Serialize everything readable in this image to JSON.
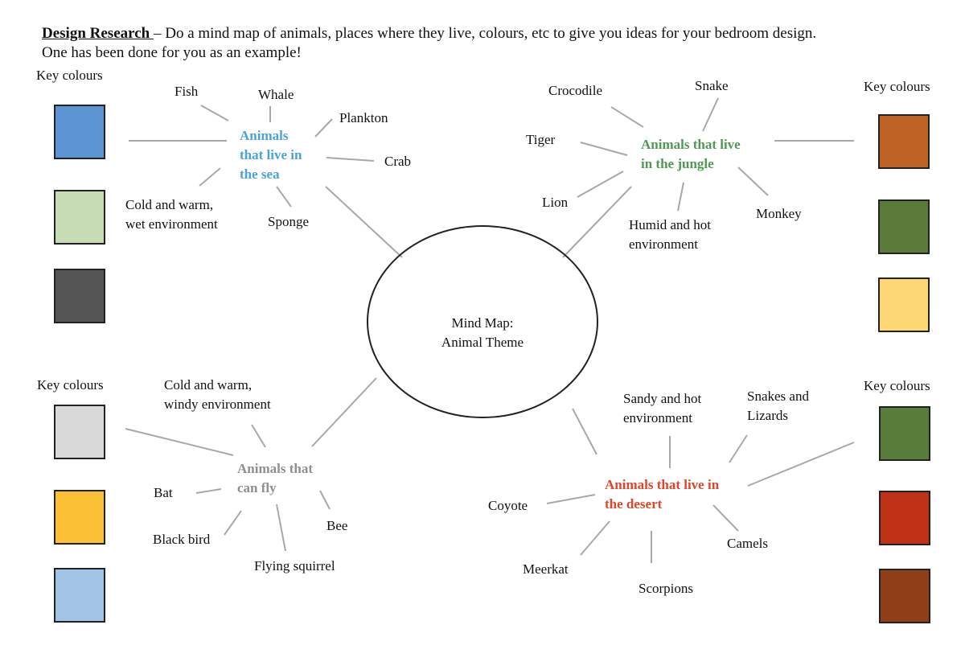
{
  "header": {
    "label": "Design Research ",
    "dash": "–",
    "line1_rest": " Do a mind map of animals, places where they live, colours, etc to give you ideas for your bedroom design.",
    "line2": "One has been done for you as an example!"
  },
  "center": {
    "line1": "Mind Map:",
    "line2": "Animal Theme"
  },
  "key_label": "Key colours",
  "sea": {
    "title": [
      "Animals",
      "that live in",
      "the sea"
    ],
    "color": "#4aa3d8",
    "items": {
      "fish": "Fish",
      "whale": "Whale",
      "plankton": "Plankton",
      "crab": "Crab",
      "sponge": "Sponge",
      "env1": "Cold and warm,",
      "env2": "wet environment"
    },
    "swatches": [
      "#5b93d3",
      "#c7dbb5",
      "#555555"
    ]
  },
  "jungle": {
    "title": [
      "Animals that live",
      "in the jungle"
    ],
    "color": "#4e9a52",
    "items": {
      "crocodile": "Crocodile",
      "snake": "Snake",
      "tiger": "Tiger",
      "lion": "Lion",
      "monkey": "Monkey",
      "env1": "Humid and hot",
      "env2": "environment"
    },
    "swatches": [
      "#bf6226",
      "#5b7a3a",
      "#fdd774"
    ]
  },
  "fly": {
    "title": [
      "Animals that",
      "can fly"
    ],
    "color": "#8f8f8f",
    "items": {
      "env1": "Cold and warm,",
      "env2": "windy environment",
      "bat": "Bat",
      "blackbird": "Black bird",
      "bee": "Bee",
      "squirrel": "Flying squirrel"
    },
    "swatches": [
      "#d9d9d9",
      "#fcc034",
      "#a2c3e6"
    ]
  },
  "desert": {
    "title": [
      "Animals that live in",
      "the desert"
    ],
    "color": "#e2442a",
    "items": {
      "env1": "Sandy and hot",
      "env2": "environment",
      "snakes1": "Snakes and",
      "snakes2": "Lizards",
      "coyote": "Coyote",
      "meerkat": "Meerkat",
      "scorpions": "Scorpions",
      "camels": "Camels"
    },
    "swatches": [
      "#5a7c3b",
      "#c03218",
      "#8e3f17"
    ]
  },
  "line_color": "#a8a8a8"
}
